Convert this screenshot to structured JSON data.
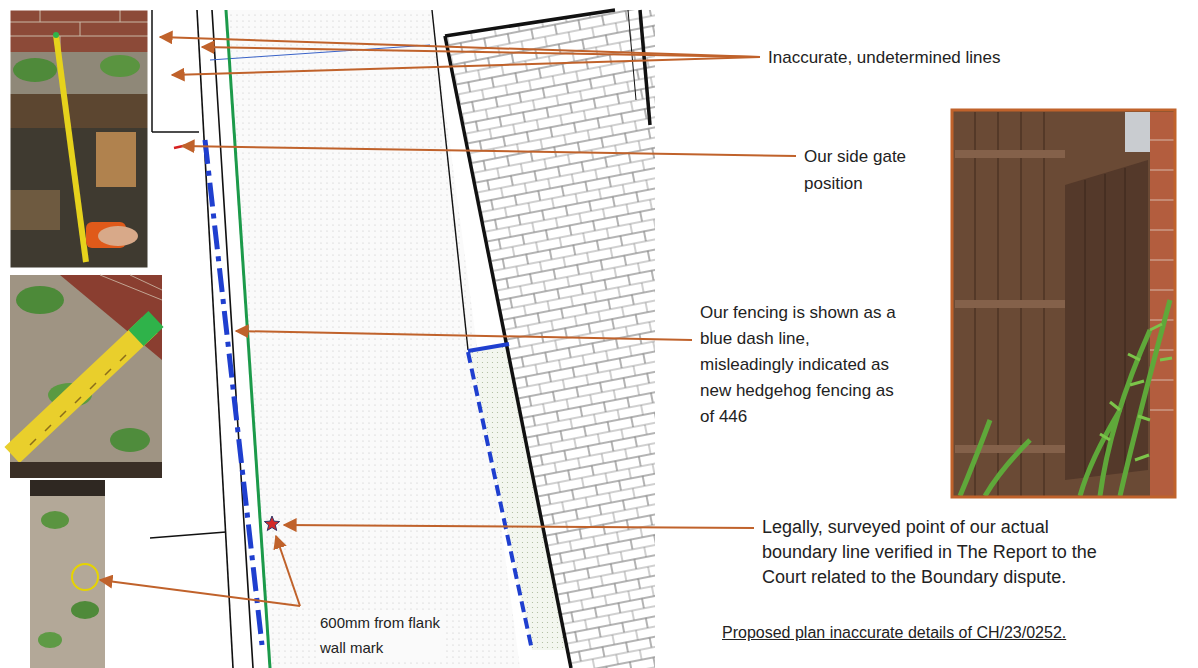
{
  "diagram": {
    "labels": [
      "Inaccurate, undetermined lines",
      "Our side gate position",
      "Our fencing is shown as a blue dash line, misleadingly indicated as new hedgehog fencing as of 446",
      "Legally, surveyed point of our actual boundary line verified in The Report to the Court related to the Boundary dispute.",
      "600mm from flank wall mark",
      "Proposed plan inaccurate details of CH/23/0252."
    ]
  }
}
